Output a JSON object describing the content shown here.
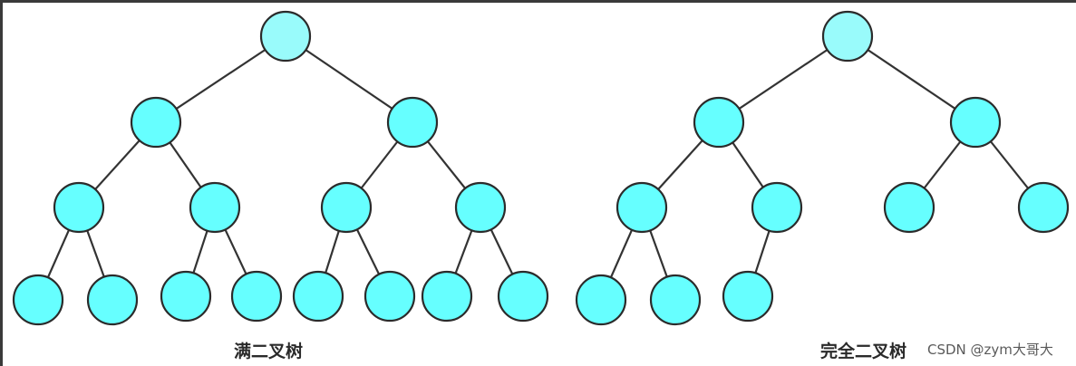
{
  "colors": {
    "root_fill": "#99FBFB",
    "node_fill": "#66FFFF",
    "stroke": "#2b2b2b"
  },
  "captions": {
    "full_tree": "满二叉树",
    "complete_tree": "完全二叉树"
  },
  "watermark": "CSDN @zym大哥大",
  "trees": [
    {
      "name": "full-binary-tree",
      "levels": 4,
      "missing_leaves": 0
    },
    {
      "name": "complete-binary-tree",
      "levels": 4,
      "missing_leaves": 5
    }
  ]
}
